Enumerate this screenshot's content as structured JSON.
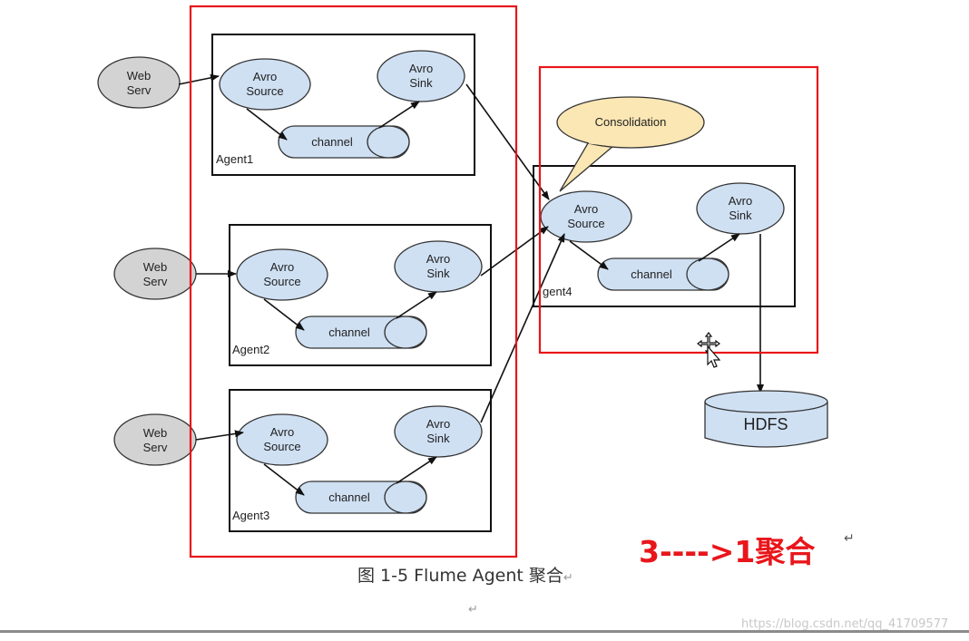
{
  "sources": [
    {
      "line1": "Web",
      "line2": "Serv"
    },
    {
      "line1": "Web",
      "line2": "Serv"
    },
    {
      "line1": "Web",
      "line2": "Serv"
    }
  ],
  "agents": [
    {
      "label": "Agent1",
      "source_line1": "Avro",
      "source_line2": "Source",
      "channel": "channel",
      "sink_line1": "Avro",
      "sink_line2": "Sink"
    },
    {
      "label": "Agent2",
      "source_line1": "Avro",
      "source_line2": "Source",
      "channel": "channel",
      "sink_line1": "Avro",
      "sink_line2": "Sink"
    },
    {
      "label": "Agent3",
      "source_line1": "Avro",
      "source_line2": "Source",
      "channel": "channel",
      "sink_line1": "Avro",
      "sink_line2": "Sink"
    },
    {
      "label": "gent4",
      "source_line1": "Avro",
      "source_line2": "Source",
      "channel": "channel",
      "sink_line1": "Avro",
      "sink_line2": "Sink"
    }
  ],
  "callout": "Consolidation",
  "storage": "HDFS",
  "caption": "图 1-5 Flume Agent 聚合",
  "paragraph_mark": "↵",
  "annotation": "3---->1聚合",
  "watermark": "https://blog.csdn.net/qq_41709577",
  "colors": {
    "node_fill": "#cfe0f3",
    "web_fill": "#d3d3d3",
    "callout_fill": "#fbe7b4",
    "highlight_red": "#e8161b"
  }
}
